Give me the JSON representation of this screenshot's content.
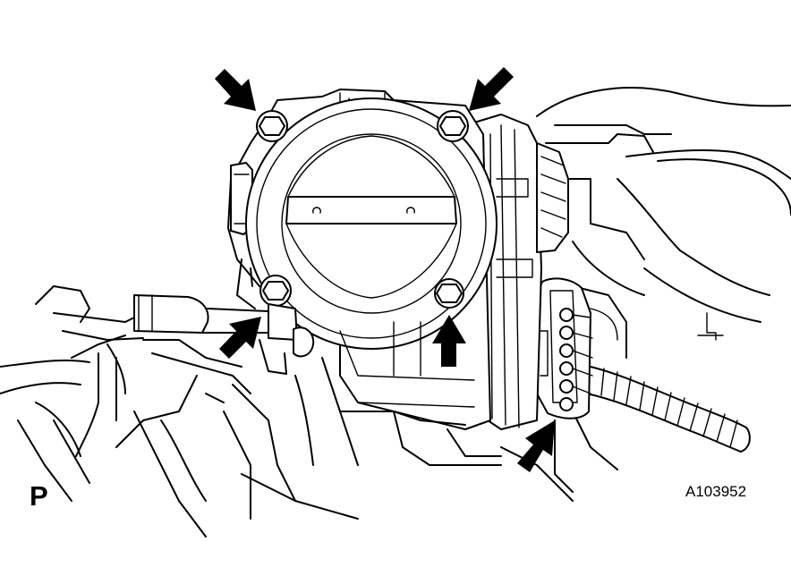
{
  "view_marker": "P",
  "figure_id": "A103952",
  "callouts": {
    "bolt_count": 4,
    "connector_count": 1
  }
}
